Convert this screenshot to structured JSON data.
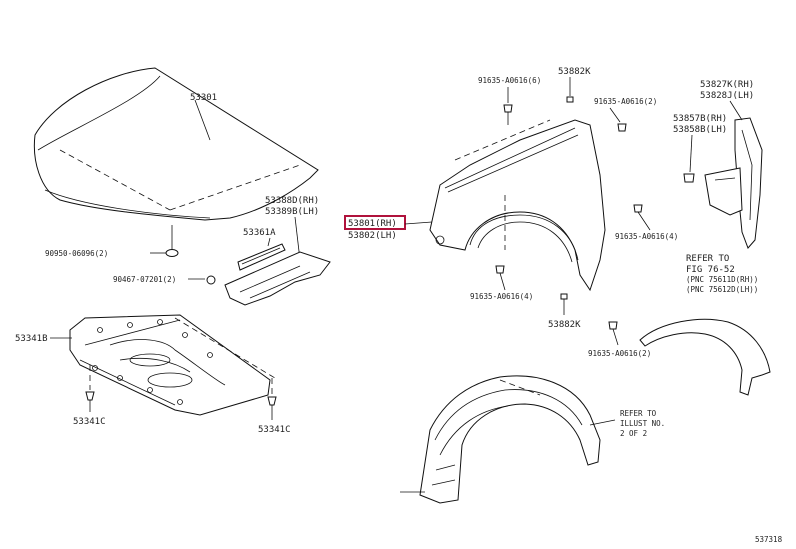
{
  "labels": {
    "hood": "53301",
    "hood_seal_rh": "53388D(RH)",
    "hood_seal_lh": "53389B(LH)",
    "seal_53361": "53361A",
    "clip_90950": "90950-06096(2)",
    "clip_90467": "90467-07201(2)",
    "cover_53341b": "53341B",
    "clip_53341c_left": "53341C",
    "clip_53341c_right": "53341C",
    "bolt_top_left": "91635-A0616(6)",
    "part_53882k_top": "53882K",
    "bolt_top_right": "91635-A0616(2)",
    "fender_rh": "53801(RH)",
    "fender_lh": "53802(LH)",
    "bolt_right_mid": "91635-A0616(4)",
    "bolt_bottom_mid": "91635-A0616(4)",
    "part_53882k_bottom": "53882K",
    "bolt_bottom_right": "91635-A0616(2)",
    "bracket_rh": "53827K(RH)",
    "bracket_lh": "53828J(LH)",
    "seal_53857b": "53857B(RH)",
    "seal_53858b": "53858B(LH)",
    "refer_title": "REFER TO",
    "refer_fig": "FIG 76-52",
    "refer_pnc_rh": "(PNC 75611D(RH))",
    "refer_pnc_lh": "(PNC 75612D(LH))",
    "refer_liner_1": "REFER TO",
    "refer_liner_2": "ILLUST NO.",
    "refer_liner_3": "2 OF 2",
    "diagram_id": "537318"
  },
  "colors": {
    "highlight": "#b0123c",
    "line": "#111111",
    "background": "#ffffff"
  }
}
